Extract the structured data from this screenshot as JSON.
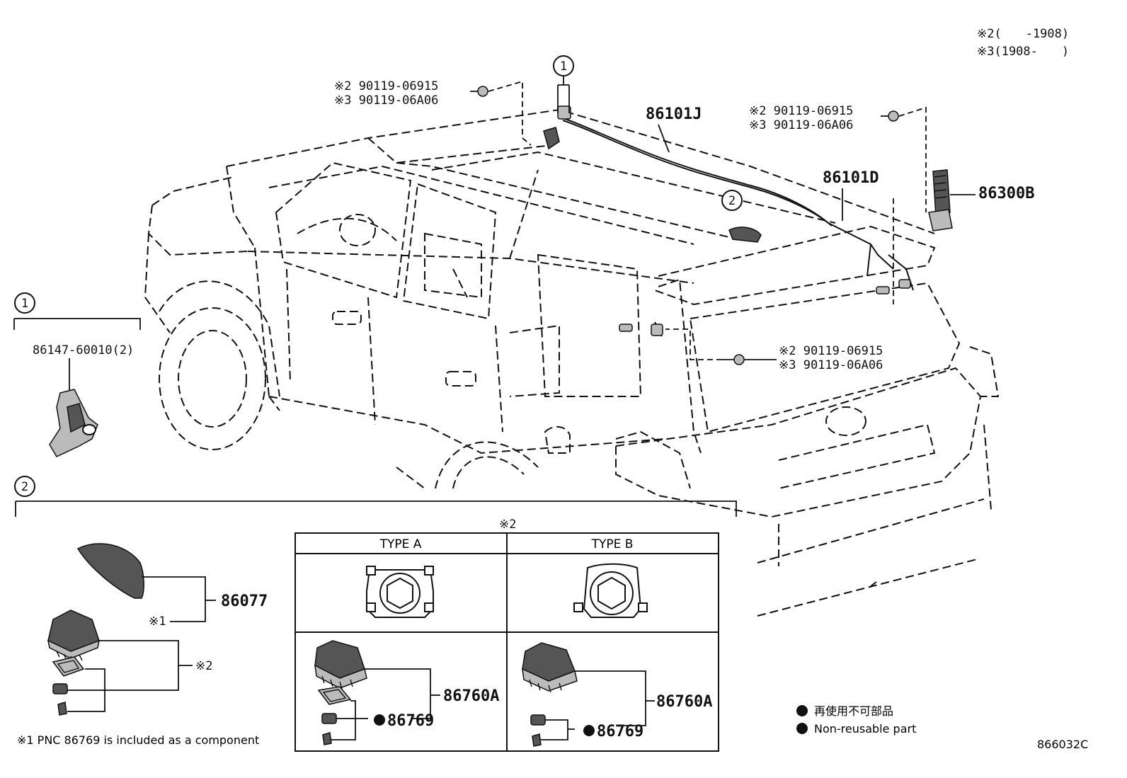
{
  "legend_top": {
    "line1": "※2(　　-1908)",
    "line2": "※3(1908-　　)"
  },
  "callouts": {
    "c1": "1",
    "c2": "2"
  },
  "parts": {
    "bolt_a_2": "※2 90119-06915",
    "bolt_a_3": "※3 90119-06A06",
    "bolt_b_2": "※2 90119-06915",
    "bolt_b_3": "※3 90119-06A06",
    "bolt_c_2": "※2 90119-06915",
    "bolt_c_3": "※3 90119-06A06",
    "cable_j": "86101J",
    "cable_d": "86101D",
    "amp": "86300B",
    "bracket": "86147-60010(2)",
    "cover": "86077",
    "antenna_a": "86760A",
    "antenna_b": "86760A",
    "clip_a": "86769",
    "clip_b": "86769",
    "mark1": "※1",
    "mark2": "※2",
    "mark_table": "※2"
  },
  "table": {
    "type_a": "TYPE A",
    "type_b": "TYPE B"
  },
  "legend_bottom": {
    "jp": "再使用不可部品",
    "en": "Non-reusable part"
  },
  "footnote": "※1 PNC 86769 is included as a component",
  "diagram_id": "866032C"
}
